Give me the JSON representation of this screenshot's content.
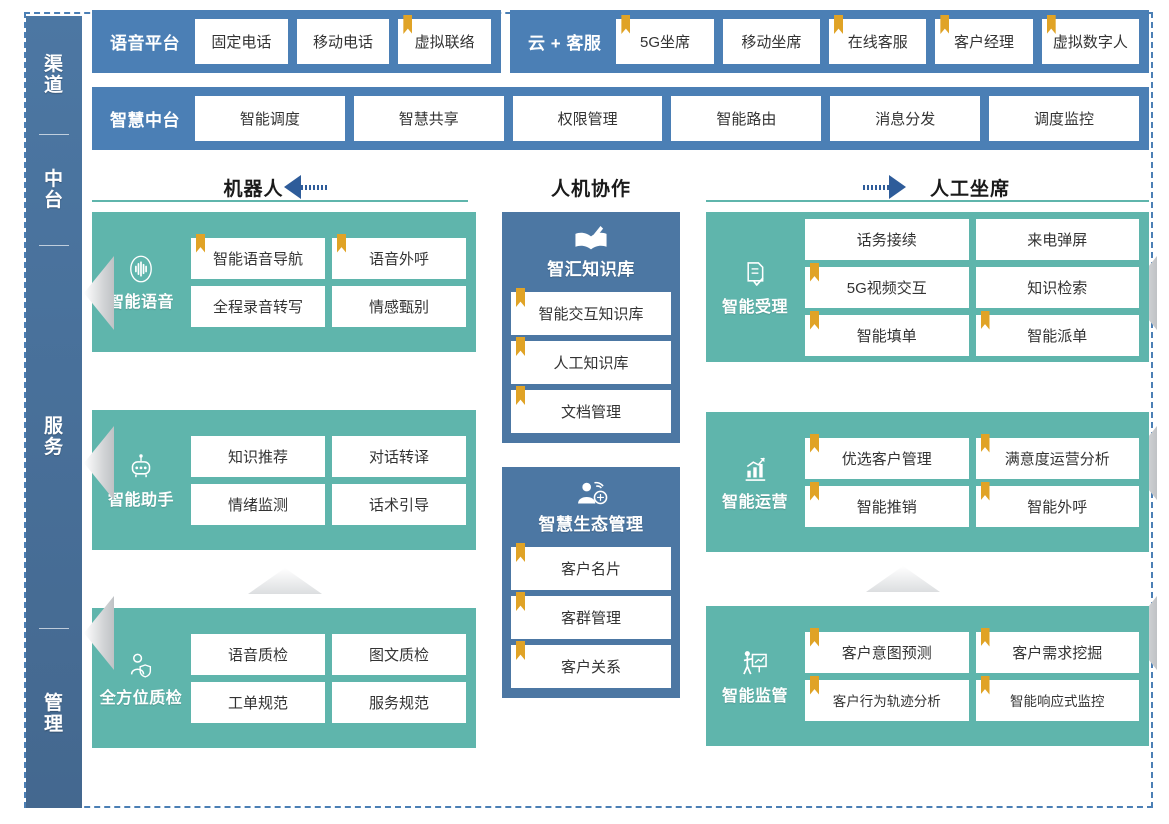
{
  "sidebar": {
    "items": [
      {
        "name": "channel",
        "chars": [
          "渠",
          "道"
        ]
      },
      {
        "name": "midplatform",
        "chars": [
          "中",
          "台"
        ]
      },
      {
        "name": "service",
        "chars": [
          "服",
          "务"
        ]
      },
      {
        "name": "management",
        "chars": [
          "管",
          "理"
        ]
      }
    ]
  },
  "row_channel": {
    "groups": [
      {
        "title": "语音平台",
        "items": [
          {
            "label": "固定电话",
            "bookmark": false
          },
          {
            "label": "移动电话",
            "bookmark": false
          },
          {
            "label": "虚拟联络",
            "bookmark": true
          }
        ]
      },
      {
        "title": "云 + 客服",
        "items": [
          {
            "label": "5G坐席",
            "bookmark": true
          },
          {
            "label": "移动坐席",
            "bookmark": false
          },
          {
            "label": "在线客服",
            "bookmark": true
          },
          {
            "label": "客户经理",
            "bookmark": true
          },
          {
            "label": "虚拟数字人",
            "bookmark": true
          }
        ]
      }
    ]
  },
  "row_midplatform": {
    "title": "智慧中台",
    "items": [
      {
        "label": "智能调度",
        "bookmark": false
      },
      {
        "label": "智慧共享",
        "bookmark": false
      },
      {
        "label": "权限管理",
        "bookmark": false
      },
      {
        "label": "智能路由",
        "bookmark": false
      },
      {
        "label": "消息分发",
        "bookmark": false
      },
      {
        "label": "调度监控",
        "bookmark": false
      }
    ]
  },
  "header": {
    "left_label": "机器人",
    "mid_label": "人机协作",
    "right_label": "人工坐席",
    "left_arrow_icon": "arrow-left-dashed-icon",
    "right_arrow_icon": "arrow-right-dashed-icon"
  },
  "left_modules": [
    {
      "name": "intelligent-voice",
      "label": "智能语音",
      "icon": "voice-waveform-icon",
      "cells": [
        {
          "label": "智能语音导航",
          "bookmark": true
        },
        {
          "label": "语音外呼",
          "bookmark": true
        },
        {
          "label": "全程录音转写",
          "bookmark": false
        },
        {
          "label": "情感甄别",
          "bookmark": false
        }
      ]
    },
    {
      "name": "intelligent-assistant",
      "label": "智能助手",
      "icon": "robot-icon",
      "cells": [
        {
          "label": "知识推荐",
          "bookmark": false
        },
        {
          "label": "对话转译",
          "bookmark": false
        },
        {
          "label": "情绪监测",
          "bookmark": false
        },
        {
          "label": "话术引导",
          "bookmark": false
        }
      ]
    },
    {
      "name": "full-quality-inspection",
      "label": "全方位质检",
      "icon": "person-shield-icon",
      "cells": [
        {
          "label": "语音质检",
          "bookmark": false
        },
        {
          "label": "图文质检",
          "bookmark": false
        },
        {
          "label": "工单规范",
          "bookmark": false
        },
        {
          "label": "服务规范",
          "bookmark": false
        }
      ]
    }
  ],
  "center_modules": [
    {
      "name": "knowledge-base",
      "label": "智汇知识库",
      "icon": "open-book-pen-icon",
      "items": [
        {
          "label": "智能交互知识库",
          "bookmark": true
        },
        {
          "label": "人工知识库",
          "bookmark": true
        },
        {
          "label": "文档管理",
          "bookmark": true
        }
      ]
    },
    {
      "name": "ecosystem-management",
      "label": "智慧生态管理",
      "icon": "person-network-icon",
      "items": [
        {
          "label": "客户名片",
          "bookmark": true
        },
        {
          "label": "客群管理",
          "bookmark": true
        },
        {
          "label": "客户关系",
          "bookmark": true
        }
      ]
    }
  ],
  "right_modules": [
    {
      "name": "intelligent-acceptance",
      "label": "智能受理",
      "icon": "document-check-icon",
      "cells": [
        {
          "label": "话务接续",
          "bookmark": false
        },
        {
          "label": "来电弹屏",
          "bookmark": false
        },
        {
          "label": "5G视频交互",
          "bookmark": true
        },
        {
          "label": "知识检索",
          "bookmark": false
        },
        {
          "label": "智能填单",
          "bookmark": true
        },
        {
          "label": "智能派单",
          "bookmark": true
        }
      ]
    },
    {
      "name": "intelligent-operation",
      "label": "智能运营",
      "icon": "chart-growth-icon",
      "cells": [
        {
          "label": "优选客户管理",
          "bookmark": true
        },
        {
          "label": "满意度运营分析",
          "bookmark": true
        },
        {
          "label": "智能推销",
          "bookmark": true
        },
        {
          "label": "智能外呼",
          "bookmark": true
        }
      ]
    },
    {
      "name": "intelligent-supervision",
      "label": "智能监管",
      "icon": "presenter-board-icon",
      "cells": [
        {
          "label": "客户意图预测",
          "bookmark": true
        },
        {
          "label": "客户需求挖掘",
          "bookmark": true
        },
        {
          "label": "客户行为轨迹分析",
          "bookmark": true
        },
        {
          "label": "智能响应式监控",
          "bookmark": true
        }
      ]
    }
  ],
  "colors": {
    "blue": "#4B7FB5",
    "blue_dark": "#4C77A3",
    "teal": "#5FB5AC",
    "gold": "#E0A326",
    "arrow_blue": "#2E5C9A",
    "white": "#FFFFFF"
  }
}
